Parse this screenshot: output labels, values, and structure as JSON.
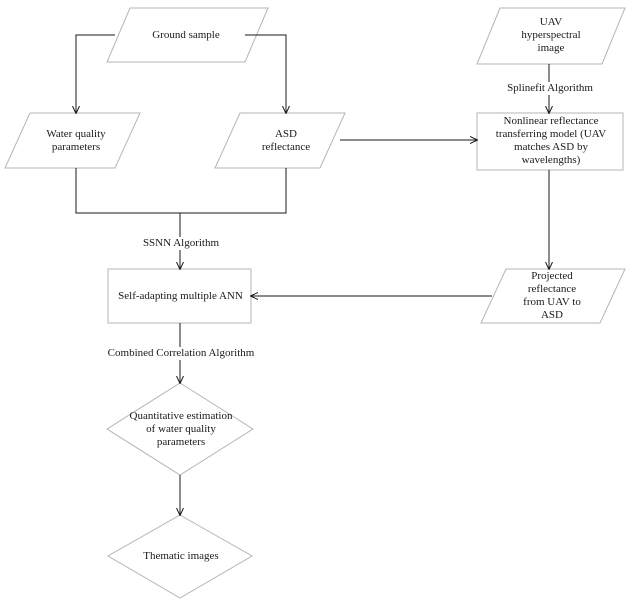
{
  "nodes": {
    "ground_sample": "Ground sample",
    "uav_image": [
      "UAV",
      "hyperspectral",
      "image"
    ],
    "water_quality": [
      "Water quality",
      "parameters"
    ],
    "asd_reflectance": [
      "ASD",
      "reflectance"
    ],
    "nonlinear_model": [
      "Nonlinear reflectance",
      "transferring model (UAV",
      "matches ASD by",
      "wavelengths)"
    ],
    "ann": "Self-adapting multiple ANN",
    "projected": [
      "Projected",
      "reflectance",
      "from UAV to",
      "ASD"
    ],
    "quant_estimation": [
      "Quantitative estimation",
      "of water quality",
      "parameters"
    ],
    "thematic": "Thematic images"
  },
  "edge_labels": {
    "spline": "Splinefit Algorithm",
    "ssnn": "SSNN Algorithm",
    "combined": "Combined Correlation Algorithm"
  },
  "colors": {
    "line": "#1a1a1a",
    "shape_border": "#b5b5b5"
  }
}
